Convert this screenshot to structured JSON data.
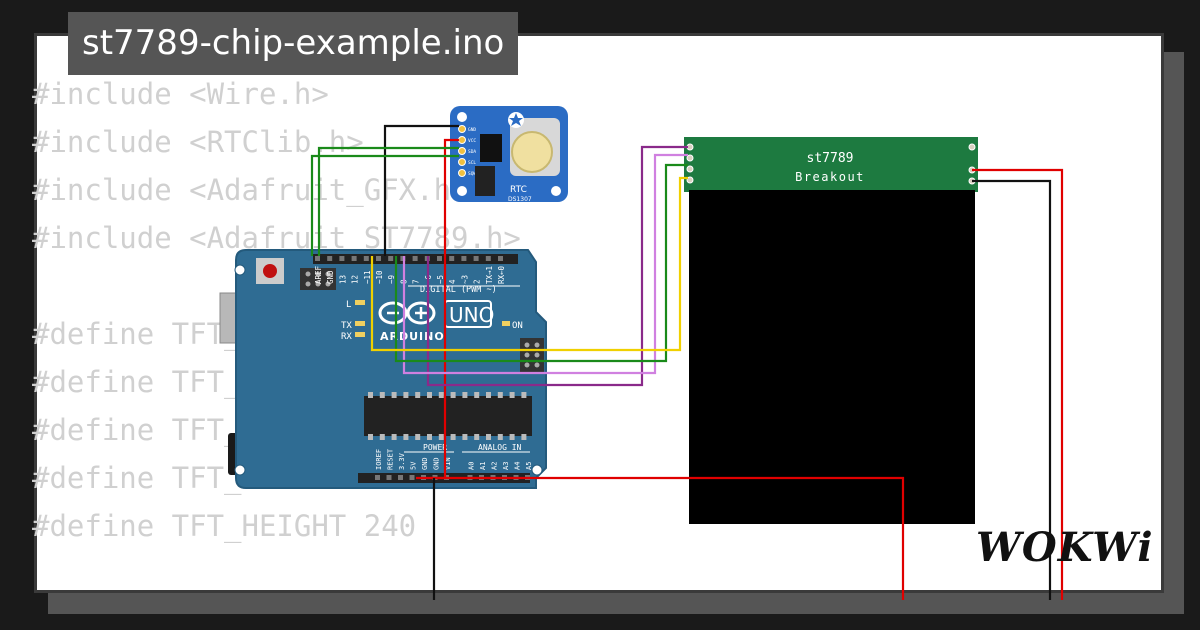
{
  "title": "st7789-chip-example.ino",
  "code_lines": [
    "#include <Wire.h>",
    "#include <RTClib.h>",
    "#include <Adafruit_GFX.h>",
    "#include <Adafruit_ST7789.h>",
    "",
    "#define TFT_CS   10",
    "#define TFT_DC   9",
    "#define TFT_RST  8",
    "#define TFT_WIDTH  240",
    "#define TFT_HEIGHT 240"
  ],
  "arduino": {
    "brand": "ARDUINO",
    "model": "UNO",
    "digital_header": "DIGITAL (PWM ~)",
    "analog_header": "ANALOG IN",
    "power_header": "POWER",
    "top_pins": [
      "AREF",
      "GND",
      "13",
      "12",
      "~11",
      "~10",
      "~9",
      "8",
      "7",
      "~6",
      "~5",
      "4",
      "~3",
      "2",
      "TX→1",
      "RX←0"
    ],
    "bottom_pins": [
      "IOREF",
      "RESET",
      "3.3V",
      "5V",
      "GND",
      "GND",
      "VIN",
      "A0",
      "A1",
      "A2",
      "A3",
      "A4",
      "A5"
    ],
    "led_l": "L",
    "led_tx": "TX",
    "led_rx": "RX",
    "led_on": "ON"
  },
  "rtc": {
    "label": "RTC",
    "chip": "DS1307",
    "pins": [
      "GND",
      "VCC",
      "SDA",
      "SCL",
      "SQW"
    ]
  },
  "display": {
    "name": "st7789",
    "subtitle": "Breakout"
  },
  "brand": "WOKWi",
  "colors": {
    "background": "#1a1a1a",
    "card": "#ffffff",
    "title_bg": "#555555",
    "arduino_blue": "#2f6c93",
    "display_pcb": "#1d7a40",
    "rtc_blue": "#2b6cc4",
    "wire_red": "#e00000",
    "wire_black": "#111111",
    "wire_green": "#1a8a1a",
    "wire_yellow": "#f0d000",
    "wire_purple": "#8a2a8a",
    "wire_violet": "#d080e0"
  }
}
